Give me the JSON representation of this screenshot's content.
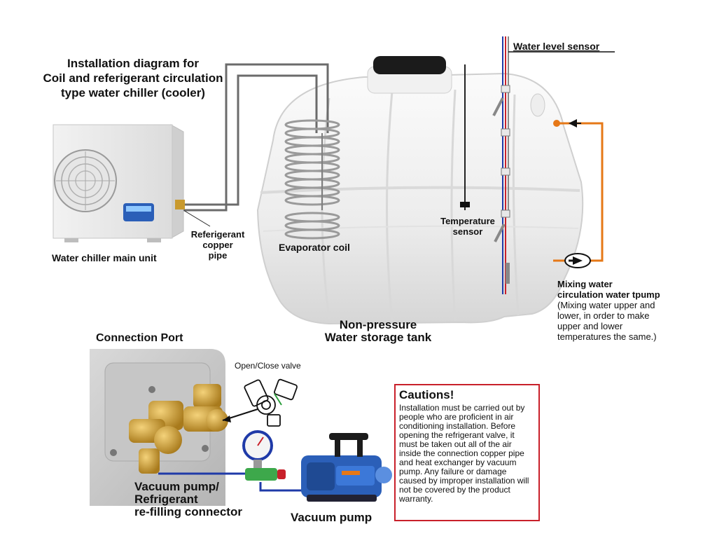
{
  "title": {
    "lines": [
      "Installation diagram for",
      "Coil and referigerant circulation",
      "type water chiller (cooler)"
    ]
  },
  "labels": {
    "main_unit": "Water chiller main unit",
    "copper_pipe": [
      "Referigerant",
      "copper",
      "pipe"
    ],
    "evaporator": "Evaporator coil",
    "temperature": [
      "Temperature",
      "sensor"
    ],
    "water_level": "Water level sensor",
    "mixing_title": [
      "Mixing water",
      "circulation water tpump"
    ],
    "mixing_desc": [
      "(Mixing water upper and",
      "lower, in order to make",
      "upper and lower",
      "temperatures the same.)"
    ],
    "tank": [
      "Non-pressure",
      "Water storage tank"
    ],
    "connection_port": "Connection Port",
    "valve": "Open/Close valve",
    "vacuum_connector": [
      "Vacuum pump/",
      "Refrigerant",
      "re-filling connector"
    ],
    "vacuum_pump": "Vacuum pump"
  },
  "caution": {
    "heading": "Cautions!",
    "text": "Installation must be carried out by people who are proficient in air conditioning installation. Before opening the refrigerant valve, it must be taken out all of the air inside the connection copper pipe and heat exchanger by vacuum pump. Any failure or damage caused by improper installation will not be covered by the product warranty."
  },
  "colors": {
    "pipe": "#6b6b6b",
    "circulation": "#e67817",
    "caution_border": "#c8202a",
    "hose": "#1f3aa8",
    "brass": "#c99a2e",
    "pump": "#2b5fb8"
  }
}
